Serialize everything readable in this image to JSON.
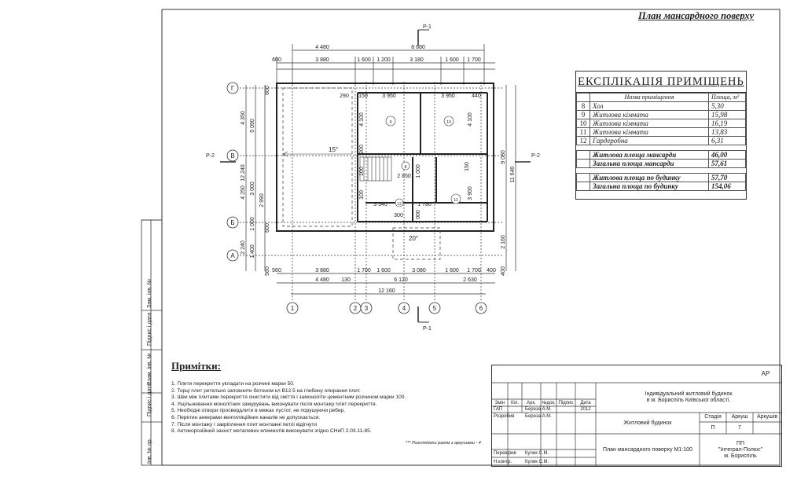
{
  "title": "План мансардного поверху",
  "explication": {
    "heading": "ЕКСПЛІКАЦІЯ  ПРИМІЩЕНЬ",
    "col_name": "Назва приміщення",
    "col_area": "Площа, м²",
    "rows": [
      {
        "n": "8",
        "name": "Хол",
        "area": "5,30"
      },
      {
        "n": "9",
        "name": "Житлова кімната",
        "area": "15,98"
      },
      {
        "n": "10",
        "name": "Житлова кімната",
        "area": "16,19"
      },
      {
        "n": "11",
        "name": "Житлова кімната",
        "area": "13,83"
      },
      {
        "n": "12",
        "name": "Гардеробна",
        "area": "6,31"
      }
    ],
    "sum_living_attic_label": "Житлова площа мансарди",
    "sum_living_attic": "46,00",
    "sum_total_attic_label": "Загальна площа мансарди",
    "sum_total_attic": "57,61",
    "sum_living_house_label": "Житлова площа по будинку",
    "sum_living_house": "57,70",
    "sum_total_house_label": "Загальна площа по будинку",
    "sum_total_house": "154,06"
  },
  "plan": {
    "section_top": "Р-1",
    "section_bottom": "Р-1",
    "section_left": "Р-2",
    "section_right": "Р-2",
    "axes_letters": [
      "Г",
      "В",
      "Б",
      "А"
    ],
    "axes_numbers": [
      "1",
      "2",
      "3",
      "4",
      "5",
      "6"
    ],
    "top_dims_1": [
      "4 480",
      "8 880"
    ],
    "top_dims_2": [
      "600",
      "3 880",
      "1 600",
      "1 200",
      "3 180",
      "1 600",
      "1 700"
    ],
    "bottom_dims_1": [
      "560",
      "3 880",
      "1 700",
      "1 600",
      "3 080",
      "1 600",
      "1 700",
      "400"
    ],
    "bottom_dims_2": [
      "4 480",
      "130",
      "6 120",
      "2 630"
    ],
    "bottom_total": "12 160",
    "left_dims": [
      "600",
      "4 350",
      "5 090",
      "12 240",
      "4 250",
      "3 000",
      "2 990",
      "1 000",
      "600",
      "2 240",
      "1 400",
      "560"
    ],
    "right_dims": [
      "9 080",
      "11 640",
      "2 160",
      "400"
    ],
    "inner_dims": [
      "290",
      "150",
      "3 950",
      "3 950",
      "440",
      "4 100",
      "4 100",
      "200",
      "100",
      "2 850",
      "1 000",
      "150",
      "3 900",
      "100",
      "3 540",
      "1 780",
      "1 000",
      "300"
    ],
    "slope_label": "15°",
    "porch_label": "20°",
    "room_tags": [
      "9",
      "10",
      "8",
      "12",
      "11"
    ]
  },
  "notes": {
    "heading": "Примітки:",
    "items": [
      "1. Плити перекриття укладати на розчині марки 50.",
      "2. Торці плит ретельно заповнити бетоном кл В12.5 на глибину опирання плит.",
      "3. Шви між плитами перекриття очистити від сміття і замоноліти цементним розчином марки 100.",
      "4. Ущільнювання монолітних замурувань виконувати після монтажу плит перекриття.",
      "5. Необхідні отвори просвердлити в межах пустот, не порушуючи ребер.",
      "6. Перетин анкерами вентиляційних каналів не допускається.",
      "7. Після монтажу і закріплення плит монтажні петлі відігнути",
      "8. Антикорозійний захист металевих елементів виконувати згідно СНиП 2.03.11-85."
    ],
    "signature_note": "*** Розглядати разом з аркушами - 4"
  },
  "side_stamp": {
    "labels": [
      "Інв. № ор.",
      "Підпис і дата",
      "Взам. інв. №",
      "Підпис і дата",
      "Зам. інв. №"
    ]
  },
  "title_block": {
    "code": "АР",
    "project": "Індивідуальний житловий будинок\nв м. Бориспіль Київської області.",
    "object": "Житловий будинок",
    "sheet_name": "План мансардного поверху М1:100",
    "org": "ПП\n\"Інтеграл-Полюс\"\nм. Бориспіль",
    "hdr_change": "Змін",
    "hdr_qty": "Кіл.",
    "hdr_sheet": "Арк.",
    "hdr_doc": "№док.",
    "hdr_sign": "Підпис",
    "hdr_date": "Дата",
    "role_gap": "ГАП",
    "role_dev": "Розробив",
    "role_check": "Перевірив",
    "role_nk": "Н.контр.",
    "name_gap": "Береза А.М.",
    "name_dev": "Береза А.М.",
    "name_check": "Кулик С.М.",
    "name_nk": "Кулик С.М.",
    "date": "2012",
    "stage_label": "Стадія",
    "sheet_label": "Аркуш",
    "sheets_label": "Аркушів",
    "stage": "П",
    "sheet": "7",
    "sheets": ""
  }
}
